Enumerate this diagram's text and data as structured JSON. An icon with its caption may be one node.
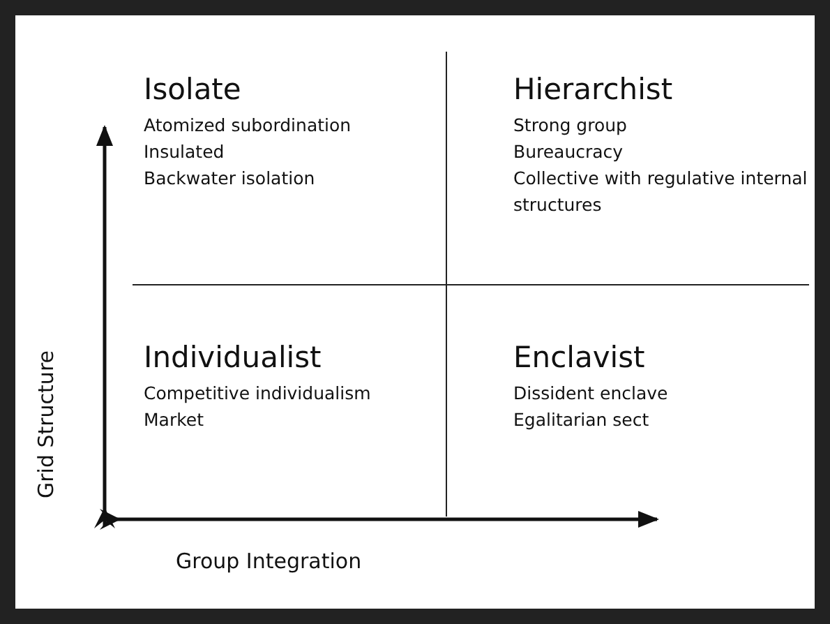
{
  "diagram": {
    "nodes": [
      {
        "text": [
          "Isolate",
          "Atomized subordination",
          "Insulated",
          "Backwater isolation"
        ]
      },
      {
        "text": [
          "Hierarchist",
          "Strong group",
          "Bureaucracy",
          "Collective with regulative internal structures"
        ]
      },
      {
        "text": [
          "Individualist",
          "Competitive individualism",
          "Market"
        ]
      },
      {
        "text": [
          "Enclavist",
          "Dissident enclave",
          "Egalitarian sect"
        ]
      }
    ],
    "edges": [],
    "labels": [
      "Grid Structure",
      "Group Integration"
    ]
  }
}
